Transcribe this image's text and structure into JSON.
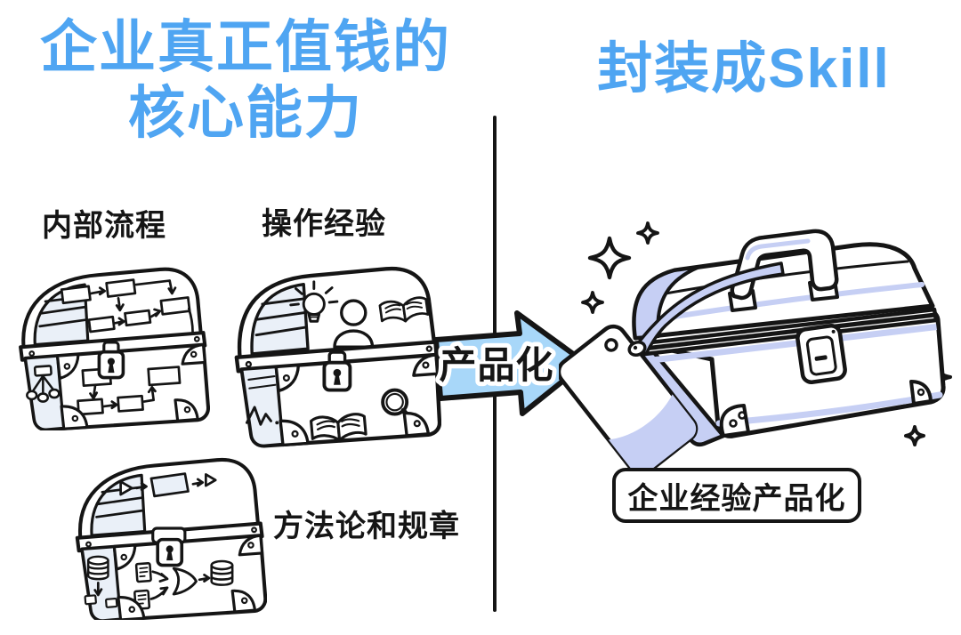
{
  "colors": {
    "accent_blue": "#4FA5F2",
    "arrow_fill": "#A8D7F9",
    "chest_shade": "#EAF0F8",
    "toolbox_shade": "#C6CFF4",
    "ink": "#151515"
  },
  "left": {
    "title_line1": "企业真正值钱的",
    "title_line2": "核心能力",
    "chest_labels": [
      {
        "label": "内部流程"
      },
      {
        "label": "操作经验"
      },
      {
        "label": "方法论和规章"
      }
    ]
  },
  "arrow": {
    "label": "产品化"
  },
  "right": {
    "title": "封装成Skill",
    "caption": "企业经验产品化"
  },
  "icons": {
    "left_side": [
      "flowchart-icon",
      "org-chart-icon",
      "padlock-icon",
      "lightbulb-icon",
      "person-icon",
      "open-book-icon",
      "magnifier-icon",
      "signature-icon",
      "play-triangle-icon",
      "logic-gate-icon",
      "database-icon"
    ],
    "right_side": [
      "toolbox-icon",
      "handle-icon",
      "latch-icon",
      "tag-icon",
      "cord-icon",
      "sparkle-icon"
    ]
  }
}
